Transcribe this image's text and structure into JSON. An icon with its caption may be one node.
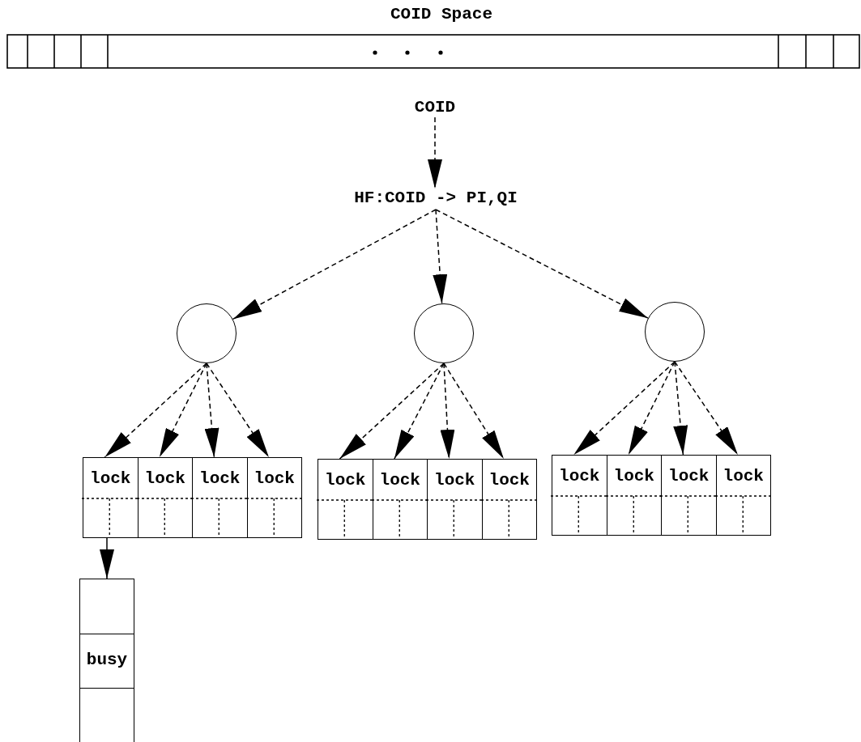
{
  "diagram": {
    "title": "COID Space",
    "nodes": [
      {
        "text": [
          "COID"
        ]
      },
      {
        "text": [
          "HF:COID -> PI,QI"
        ]
      },
      {
        "text": [],
        "shape": "circle"
      },
      {
        "text": [],
        "shape": "circle"
      },
      {
        "text": [],
        "shape": "circle"
      },
      {
        "text": [
          "lock"
        ]
      },
      {
        "text": [
          "lock"
        ]
      },
      {
        "text": [
          "lock"
        ]
      },
      {
        "text": [
          "lock"
        ]
      },
      {
        "text": [
          "lock"
        ]
      },
      {
        "text": [
          "lock"
        ]
      },
      {
        "text": [
          "lock"
        ]
      },
      {
        "text": [
          "lock"
        ]
      },
      {
        "text": [
          "lock"
        ]
      },
      {
        "text": [
          "lock"
        ]
      },
      {
        "text": [
          "lock"
        ]
      },
      {
        "text": [
          "lock"
        ]
      },
      {
        "text": [],
        "shape": "box"
      },
      {
        "text": [
          "busy"
        ]
      },
      {
        "text": [],
        "shape": "box"
      }
    ],
    "edges": [
      {
        "from": 0,
        "to": 1,
        "arrow": "to",
        "style": "dashed"
      },
      {
        "from": 1,
        "to": 2,
        "arrow": "to",
        "style": "dashed"
      },
      {
        "from": 1,
        "to": 3,
        "arrow": "to",
        "style": "dashed"
      },
      {
        "from": 1,
        "to": 4,
        "arrow": "to",
        "style": "dashed"
      },
      {
        "from": 2,
        "to": 5,
        "arrow": "to",
        "style": "dashed"
      },
      {
        "from": 2,
        "to": 6,
        "arrow": "to",
        "style": "dashed"
      },
      {
        "from": 2,
        "to": 7,
        "arrow": "to",
        "style": "dashed"
      },
      {
        "from": 2,
        "to": 8,
        "arrow": "to",
        "style": "dashed"
      },
      {
        "from": 3,
        "to": 9,
        "arrow": "to",
        "style": "dashed"
      },
      {
        "from": 3,
        "to": 10,
        "arrow": "to",
        "style": "dashed"
      },
      {
        "from": 3,
        "to": 11,
        "arrow": "to",
        "style": "dashed"
      },
      {
        "from": 3,
        "to": 12,
        "arrow": "to",
        "style": "dashed"
      },
      {
        "from": 4,
        "to": 13,
        "arrow": "to",
        "style": "dashed"
      },
      {
        "from": 4,
        "to": 14,
        "arrow": "to",
        "style": "dashed"
      },
      {
        "from": 4,
        "to": 15,
        "arrow": "to",
        "style": "dashed"
      },
      {
        "from": 4,
        "to": 16,
        "arrow": "to",
        "style": "dashed"
      },
      {
        "from": 5,
        "to": 17,
        "arrow": "to"
      }
    ]
  }
}
